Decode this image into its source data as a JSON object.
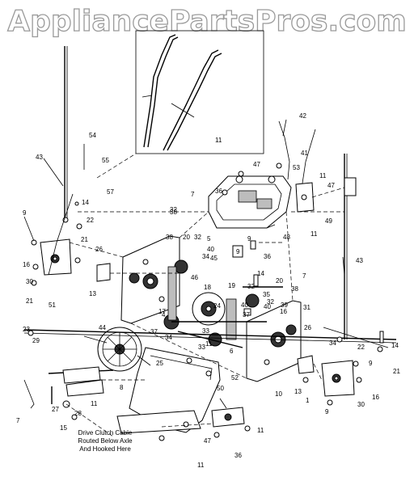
{
  "watermark": "AppliancePartsPros.com",
  "note_lines": [
    "Drive Clutch Cable",
    "Routed Below Axle",
    "And Hooked Here"
  ],
  "callout_labels": [
    "42",
    "11",
    "53",
    "47",
    "41",
    "11",
    "47",
    "54",
    "55",
    "43",
    "57",
    "36",
    "7",
    "38",
    "14",
    "9",
    "22",
    "21",
    "26",
    "16",
    "30",
    "51",
    "13",
    "32",
    "38",
    "20",
    "32",
    "5",
    "40",
    "48",
    "34",
    "45",
    "9",
    "46",
    "18",
    "17",
    "19",
    "24",
    "14",
    "32",
    "20",
    "38",
    "40",
    "35",
    "39",
    "37",
    "16",
    "21",
    "23",
    "29",
    "44",
    "4",
    "37",
    "33",
    "34",
    "33",
    "11",
    "6",
    "25",
    "31",
    "26",
    "34",
    "22",
    "14",
    "9",
    "21",
    "16",
    "43",
    "7",
    "40",
    "32",
    "52",
    "10",
    "13",
    "1",
    "30",
    "8",
    "9",
    "27",
    "28",
    "15",
    "7",
    "11",
    "50",
    "11",
    "47",
    "11",
    "36",
    "11",
    "49",
    "36",
    "9",
    "34"
  ],
  "icons": [
    "handle-assembly",
    "frame",
    "side-plate",
    "friction-wheel",
    "chain",
    "axle",
    "clutch-cable",
    "bottom-cover",
    "bracket"
  ]
}
